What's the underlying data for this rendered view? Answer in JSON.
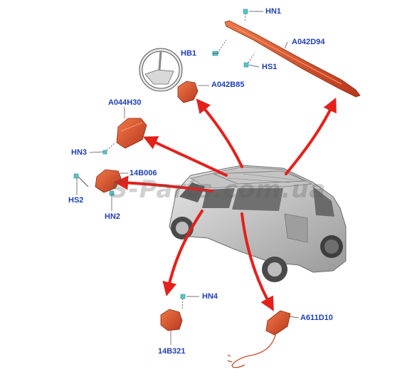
{
  "colors": {
    "callout_text": "#1f3fb5",
    "arrow": "#e5201b",
    "part_fill": "#e0502a",
    "part_dark": "#a8301a",
    "fastener": "#56c7c7",
    "vehicle": "#cfcfcf",
    "vehicle_shade": "#8d8d8d"
  },
  "labels": {
    "hn1": "HN1",
    "a042d94": "A042D94",
    "hb1": "HB1",
    "hs1": "HS1",
    "a042b85": "A042B85",
    "a044h30": "A044H30",
    "hn3": "HN3",
    "b14b006": "14B006",
    "hs2": "HS2",
    "hn2": "HN2",
    "hn4": "HN4",
    "b14b321": "14B321",
    "a611d10": "A611D10"
  },
  "watermark": "S-Parts.com.ua",
  "icons": {
    "steering_wheel": "steering-wheel-icon",
    "vehicle": "suv-vehicle-icon"
  }
}
